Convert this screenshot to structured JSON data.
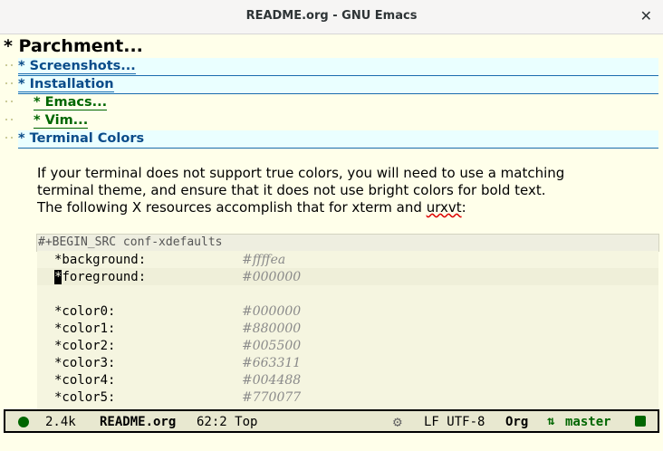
{
  "window": {
    "title": "README.org - GNU Emacs",
    "close": "✕"
  },
  "outline": {
    "h1": "* Parchment...",
    "screenshots": "* Screenshots...",
    "installation": "* Installation",
    "emacs": "* Emacs...",
    "vim": "* Vim...",
    "terminal": "* Terminal Colors"
  },
  "paragraph": {
    "line1": "If your terminal does not support true colors, you will need to use a matching",
    "line2": "terminal theme, and ensure that it does not use bright colors for bold text.",
    "line3_pre": "The following X resources accomplish that for xterm and ",
    "line3_spell": "urxvt",
    "line3_post": ":"
  },
  "src": {
    "begin": "#+BEGIN_SRC conf-xdefaults",
    "rows": [
      {
        "key": "*background:",
        "val": "#ffffea"
      },
      {
        "key": "foreground:",
        "cursor": "*",
        "val": "#000000"
      },
      {
        "key": "",
        "val": ""
      },
      {
        "key": "*color0:",
        "val": "#000000"
      },
      {
        "key": "*color1:",
        "val": "#880000"
      },
      {
        "key": "*color2:",
        "val": "#005500"
      },
      {
        "key": "*color3:",
        "val": "#663311"
      },
      {
        "key": "*color4:",
        "val": "#004488"
      },
      {
        "key": "*color5:",
        "val": "#770077"
      }
    ]
  },
  "modeline": {
    "size": "2.4k",
    "buffer": "README.org",
    "position": "62:2 Top",
    "eol": "LF UTF-8",
    "mode": "Org",
    "branch": "master"
  },
  "colors": {
    "accent_blue": "#0a4c8a",
    "accent_green": "#006600",
    "background": "#ffffea"
  }
}
